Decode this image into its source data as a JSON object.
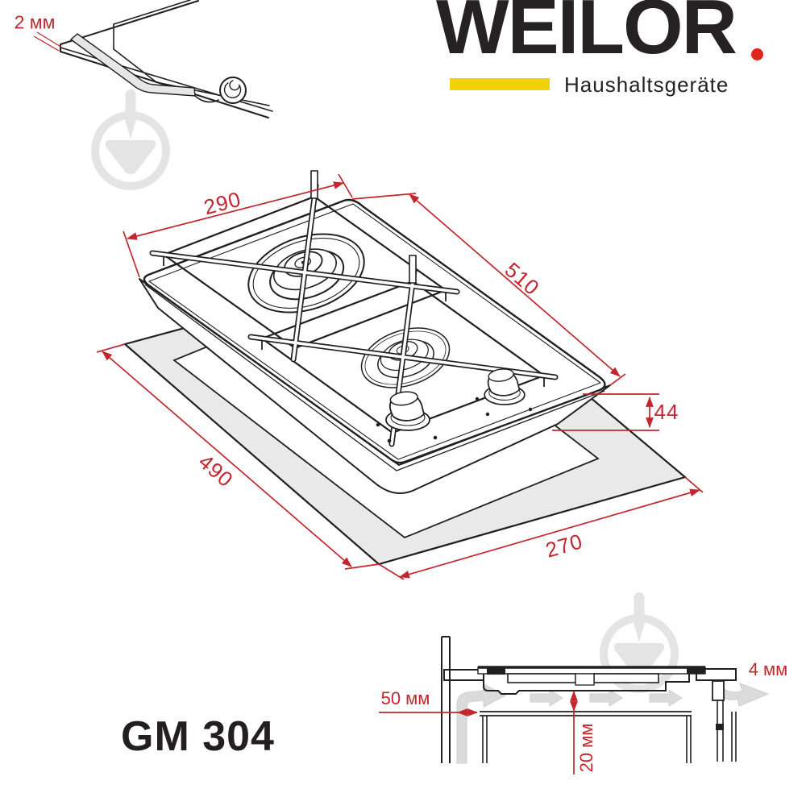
{
  "brand": {
    "name": "WEILOR",
    "tagline": "Haushaltsgeräte",
    "colors": {
      "text": "#262223",
      "dot_red": "#E1251B",
      "bar_yellow": "#F2D20B"
    }
  },
  "model": {
    "label": "GM 304"
  },
  "edge_detail": {
    "thickness_label": "2 мм"
  },
  "iso_diagram": {
    "dim_width_top": "290",
    "dim_length_side": "510",
    "dim_height": "44",
    "dim_cutout_length": "490",
    "dim_cutout_width": "270"
  },
  "section_diagram": {
    "wall_clearance": "50 мм",
    "bottom_clearance": "20 мм",
    "rear_gap": "4 мм"
  },
  "palette": {
    "line_black": "#231F20",
    "dimension_red": "#C1272D",
    "countertop_gray": "#E9E9E9",
    "airflow_gray": "#DBDBDB",
    "watermark_gray": "#E4E4E4"
  }
}
